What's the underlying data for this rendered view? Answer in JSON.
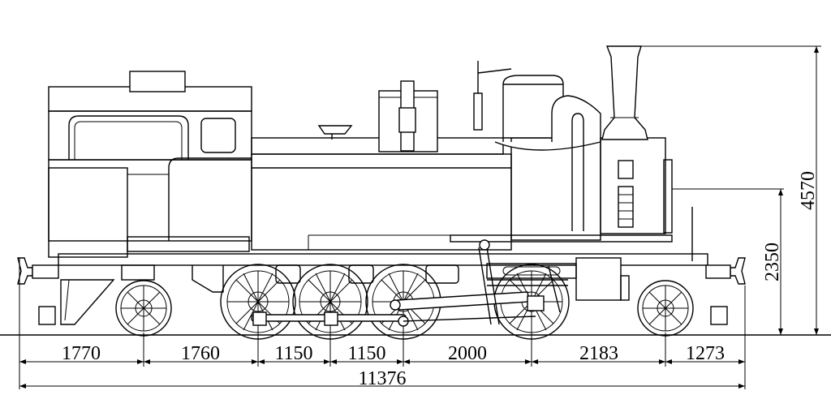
{
  "drawing": {
    "subject": "locomotive-side-elevation",
    "horizontal_dimensions": [
      "1770",
      "1760",
      "1150",
      "1150",
      "2000",
      "2183",
      "1273"
    ],
    "overall_length": "11376",
    "height_overall": "4570",
    "height_platform": "2350",
    "line_color": "#000000",
    "background_color": "#ffffff"
  }
}
